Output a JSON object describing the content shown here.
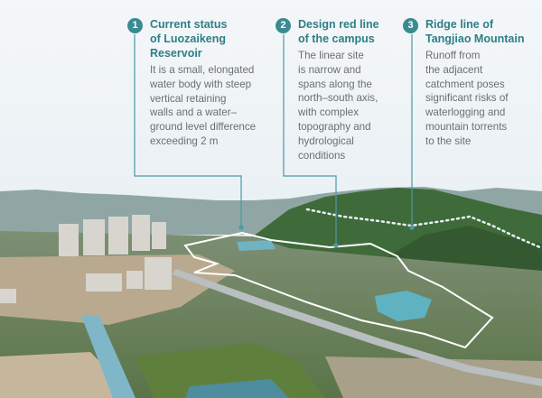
{
  "annotations": [
    {
      "number": "1",
      "title": "Current status\nof Luozaikeng\nReservoir",
      "body": "It is a small, elongated\nwater body with steep\nvertical retaining\nwalls and a water–\nground level difference\nexceeding 2 m"
    },
    {
      "number": "2",
      "title": "Design red line\nof the campus",
      "body": "The linear site\nis narrow and\nspans along the\nnorth–south axis,\nwith complex\ntopography and\nhydrological\nconditions"
    },
    {
      "number": "3",
      "title": "Ridge line of\nTangjiao Mountain",
      "body": "Runoff from\nthe adjacent\ncatchment poses\nsignificant risks of\nwaterlogging and\nmountain torrents\nto the site"
    }
  ],
  "colors": {
    "accent": "#3a8a92",
    "title": "#2f7e87",
    "body_text": "#6b6f71"
  }
}
